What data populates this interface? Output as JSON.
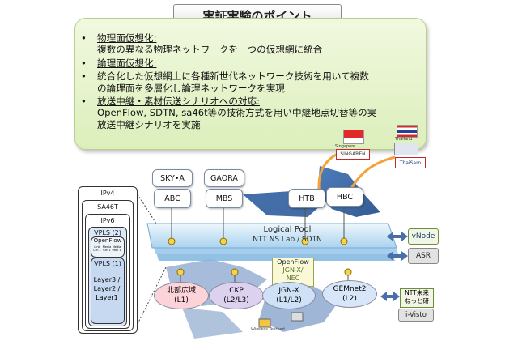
{
  "title": "実証実験のポイント",
  "points": [
    {
      "bullet": "•",
      "heading": "物理面仮想化:",
      "lines": [
        "複数の異なる物理ネットワークを一つの仮想網に統合"
      ]
    },
    {
      "bullet": "•",
      "heading": "論理面仮想化:",
      "lines": []
    },
    {
      "bullet": "•",
      "heading": "",
      "lines": [
        "統合化した仮想網上に各種新世代ネットワーク技術を用いて複数",
        "の論理面を多層化し論理ネットワークを実現"
      ]
    },
    {
      "bullet": "•",
      "heading": "放送中継・素材伝送シナリオへの対応:",
      "lines": [
        "OpenFlow, SDTN, sa46t等の技術方式を用い中継地点切替等の実",
        "放送中継シナリオを実施"
      ]
    }
  ],
  "top_nodes": {
    "sky_a": "SKY•A",
    "gaora": "GAORA",
    "abc": "ABC",
    "mbs": "MBS",
    "htb": "HTB",
    "hbc": "HBC"
  },
  "international": {
    "singapore": "Singapore",
    "thailand": "Thailand",
    "singaren": "SINGAREN",
    "thaisarn": "ThaiSarn"
  },
  "pool": {
    "title": "Logical Pool",
    "subtitle": "NTT NS Lab / SDTN"
  },
  "openflow_box": {
    "line1": "OpenFlow",
    "line2": "JGN-X/",
    "line3": "NEC"
  },
  "networks": [
    {
      "name": "北部広域",
      "layer": "(L1)",
      "color": "#fbd3d8"
    },
    {
      "name": "CKP",
      "layer": "(L2/L3)",
      "color": "#dcd1ee"
    },
    {
      "name": "JGN-X",
      "layer": "(L1/L2)",
      "color": "#cfe1f7"
    },
    {
      "name": "GEMnet2",
      "layer": "(L2)",
      "color": "#d7e7f9"
    }
  ],
  "right_labels": {
    "vnode": "vNode",
    "asr": "ASR",
    "ntt_line1": "NTT未来",
    "ntt_line2": "ねっと研",
    "ivisto": "i-Visto"
  },
  "stack": {
    "ipv4": "IPv4",
    "sa46t": "SA46T",
    "ipv6": "IPv6",
    "vpls2": "VPLS (2)",
    "openflow": "OpenFlow",
    "vpls1": "VPLS (1)",
    "small_cols": [
      "Link Ctrl 1",
      "Media Ctrl 1",
      "Media Path 1"
    ],
    "layers": [
      "Layer3 /",
      "Layer2 /",
      "Layer1"
    ]
  },
  "wireless_label": "Wireless Testbed"
}
